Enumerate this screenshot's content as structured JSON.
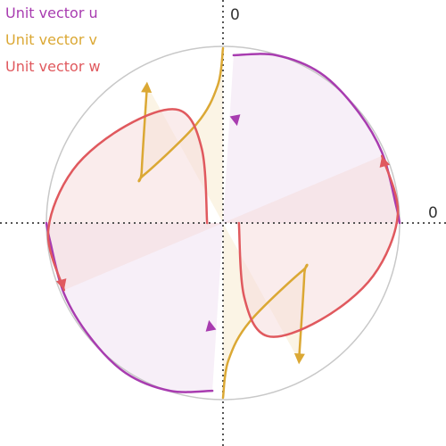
{
  "chart_data": {
    "type": "polar-vector-trace",
    "title": "",
    "legend": {
      "placement": "top-left",
      "items": [
        {
          "label": "Unit vector u",
          "color": "#a83cb0"
        },
        {
          "label": "Unit vector v",
          "color": "#dba834"
        },
        {
          "label": "Unit vector w",
          "color": "#e0595e"
        }
      ]
    },
    "axes": {
      "type": "polar",
      "zero_labels": [
        "0",
        "0"
      ],
      "reference_circle_radius": 1.0,
      "axis_lines": "dotted",
      "grid": false
    },
    "series": [
      {
        "name": "Unit vector u",
        "color": "#a83cb0",
        "fill": "#f1e2f3",
        "trace": [
          [
            0.06,
            0.95
          ],
          [
            0.3,
            0.95
          ],
          [
            0.55,
            0.85
          ],
          [
            0.75,
            0.65
          ],
          [
            0.9,
            0.4
          ],
          [
            0.98,
            0.1
          ],
          [
            1.0,
            0.0
          ]
        ],
        "mirror_trace": true,
        "arrow_head": [
          0.08,
          0.55
        ]
      },
      {
        "name": "Unit vector v",
        "color": "#dba834",
        "fill": "#f8ebcf",
        "trace": [
          [
            0.0,
            0.99
          ],
          [
            -0.03,
            0.78
          ],
          [
            -0.15,
            0.56
          ],
          [
            -0.45,
            0.27
          ],
          [
            -0.46,
            0.3
          ],
          [
            -0.43,
            0.78
          ]
        ],
        "mirror_trace": true,
        "arrow_head": [
          -0.43,
          0.8
        ]
      },
      {
        "name": "Unit vector w",
        "color": "#e0595e",
        "fill": "#f6dcdc",
        "trace": [
          [
            -0.09,
            0.0
          ],
          [
            -0.12,
            0.42
          ],
          [
            -0.25,
            0.64
          ],
          [
            -0.55,
            0.55
          ],
          [
            -0.85,
            0.3
          ],
          [
            -0.99,
            -0.05
          ],
          [
            -0.9,
            -0.38
          ]
        ],
        "mirror_trace": true,
        "arrow_head": [
          -0.9,
          -0.38
        ]
      }
    ]
  }
}
